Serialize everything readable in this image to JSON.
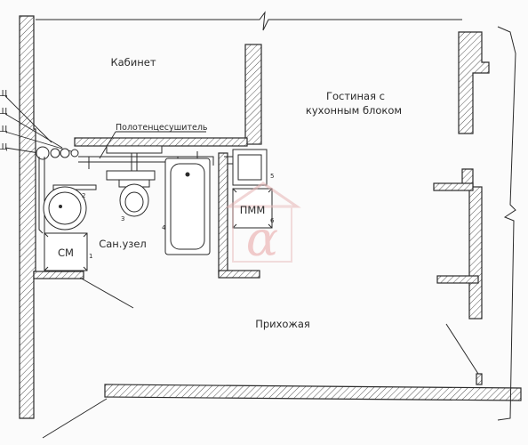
{
  "rooms": {
    "cabinet": "Кабинет",
    "living_line1": "Гостиная с",
    "living_line2": "кухонным блоком",
    "bathroom": "Сан.узел",
    "hallway": "Прихожая"
  },
  "labels": {
    "towel_dryer": "Полотенцесушитель",
    "washing_machine": "СМ",
    "dishwasher": "ПММ",
    "riser_1": "Щ",
    "riser_2": "Щ",
    "riser_3": "Щ",
    "riser_4": "Щ"
  },
  "item_numbers": {
    "n1": "1",
    "n2": "2",
    "n3": "3",
    "n4": "4",
    "n5": "5",
    "n6": "6"
  },
  "watermark": {
    "glyph": "α",
    "color": "#e8a3a3"
  },
  "colors": {
    "line": "#2a2a2a",
    "hatch": "#555555"
  }
}
